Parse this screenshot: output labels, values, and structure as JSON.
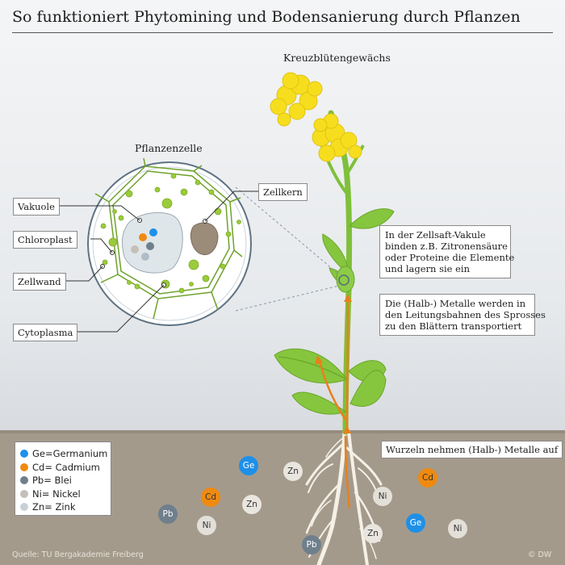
{
  "title": "So funktioniert Phytomining und Bodensanierung durch Pflanzen",
  "plant_label": "Kreuzblütengewächs",
  "cell_label": "Pflanzenzelle",
  "cell_parts": {
    "vakuole": "Vakuole",
    "chloroplast": "Chloroplast",
    "zellwand": "Zellwand",
    "cytoplasma": "Cytoplasma",
    "zellkern": "Zellkern"
  },
  "notes": {
    "vacuole_note": [
      "In der Zellsaft-Vakule",
      "binden z.B. Zitronensäure",
      "oder Proteine die Elemente",
      "und lagern sie ein"
    ],
    "transport_note": [
      "Die (Halb-) Metalle werden in",
      "den Leitungsbahnen des Sprosses",
      "zu den Blättern transportiert"
    ],
    "roots_note": "Wurzeln nehmen (Halb-) Metalle auf"
  },
  "legend": [
    {
      "symbol": "Ge",
      "text": "Ge=Germanium",
      "color": "#1e90e8"
    },
    {
      "symbol": "Cd",
      "text": "Cd= Cadmium",
      "color": "#ef8a10"
    },
    {
      "symbol": "Pb",
      "text": "Pb= Blei",
      "color": "#6f7f8c"
    },
    {
      "symbol": "Ni",
      "text": "Ni= Nickel",
      "color": "#c4bfb8"
    },
    {
      "symbol": "Zn",
      "text": "Zn= Zink",
      "color": "#c9d1d8"
    }
  ],
  "soil_metals": [
    "Ge",
    "Zn",
    "Cd",
    "Zn",
    "Ni",
    "Cd",
    "Pb",
    "Ni",
    "Ge",
    "Zn",
    "Ni",
    "Pb"
  ],
  "source": "Quelle: TU Bergakademie Freiberg",
  "credit": "© DW",
  "colors": {
    "plant_green": "#7fc03a",
    "flower_yellow": "#f6de1e",
    "soil": "#a49a8c",
    "cell_wall": "#6ea22a",
    "transport_arrow": "#e8801a"
  }
}
